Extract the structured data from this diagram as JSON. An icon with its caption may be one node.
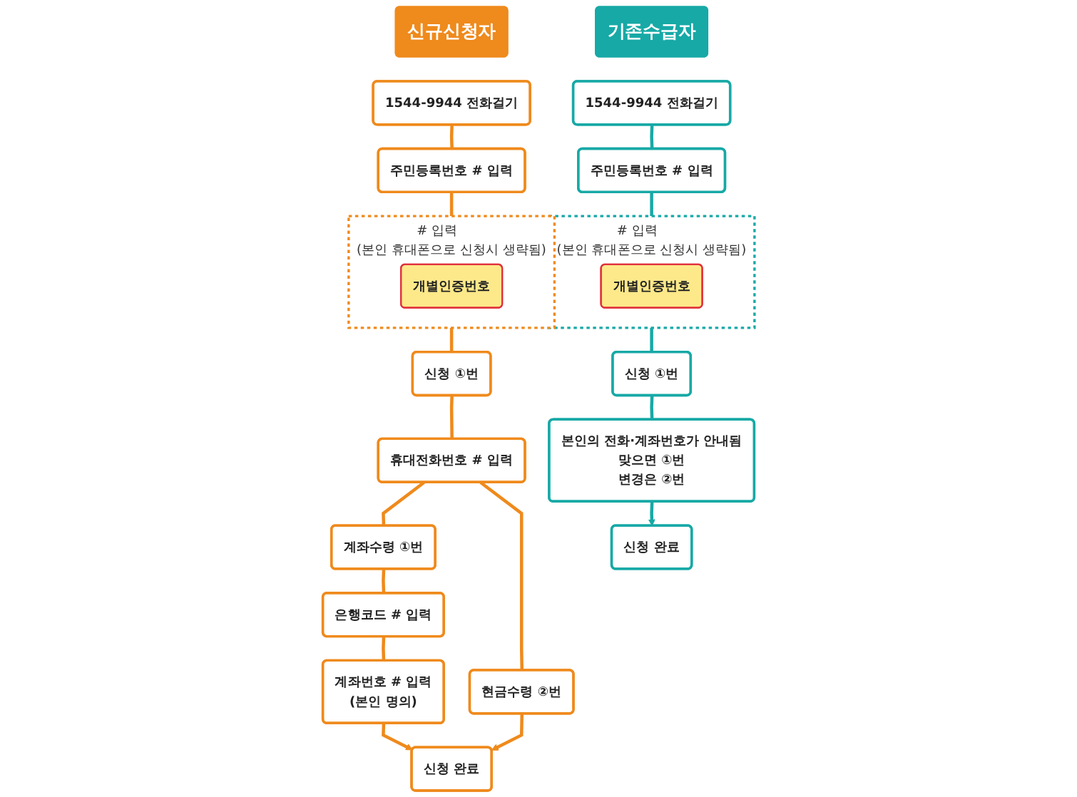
{
  "diagram": {
    "nodes": [
      {
        "text": [
          "신규신청자"
        ]
      },
      {
        "text": [
          "1544-9944 전화걸기"
        ]
      },
      {
        "text": [
          "주민등록번호 # 입력"
        ]
      },
      {
        "text": [
          "# 입력",
          "(본인 휴대폰으로 신청시 생략됨)"
        ]
      },
      {
        "text": [
          "개별인증번호"
        ],
        "in": 3
      },
      {
        "text": [
          "신청 ①번"
        ]
      },
      {
        "text": [
          "휴대전화번호 # 입력"
        ]
      },
      {
        "text": [
          "계좌수령 ①번"
        ]
      },
      {
        "text": [
          "현금수령 ②번"
        ]
      },
      {
        "text": [
          "은행코드 # 입력"
        ]
      },
      {
        "text": [
          "계좌번호 # 입력",
          "(본인 명의)"
        ]
      },
      {
        "text": [
          "신청 완료"
        ]
      },
      {
        "text": [
          "기존수급자"
        ]
      },
      {
        "text": [
          "1544-9944 전화걸기"
        ]
      },
      {
        "text": [
          "주민등록번호 # 입력"
        ]
      },
      {
        "text": [
          "# 입력",
          "(본인 휴대폰으로 신청시 생략됨)"
        ]
      },
      {
        "text": [
          "개별인증번호"
        ],
        "in": 15
      },
      {
        "text": [
          "신청 ①번"
        ]
      },
      {
        "text": [
          "본인의 전화·계좌번호가 안내됨",
          "맞으면 ①번",
          "변경은 ②번"
        ]
      },
      {
        "text": [
          "신청 완료"
        ]
      }
    ],
    "edges": [
      {
        "from": 1,
        "to": 2,
        "arrow": "none"
      },
      {
        "from": 2,
        "to": 3,
        "arrow": "none"
      },
      {
        "from": 3,
        "to": 5,
        "arrow": "none"
      },
      {
        "from": 5,
        "to": 6,
        "arrow": "none"
      },
      {
        "from": 6,
        "to": 7,
        "arrow": "none"
      },
      {
        "from": 6,
        "to": 8,
        "arrow": "none"
      },
      {
        "from": 7,
        "to": 9,
        "arrow": "none"
      },
      {
        "from": 9,
        "to": 10,
        "arrow": "none"
      },
      {
        "from": 10,
        "to": 11,
        "arrow": "to"
      },
      {
        "from": 8,
        "to": 11,
        "arrow": "to"
      },
      {
        "from": 13,
        "to": 14,
        "arrow": "none",
        "color": "#17a9a6"
      },
      {
        "from": 14,
        "to": 15,
        "arrow": "none",
        "color": "#17a9a6"
      },
      {
        "from": 15,
        "to": 17,
        "arrow": "none",
        "color": "#17a9a6"
      },
      {
        "from": 17,
        "to": 18,
        "arrow": "none",
        "color": "#17a9a6"
      },
      {
        "from": 18,
        "to": 19,
        "arrow": "to",
        "color": "#17a9a6"
      }
    ]
  }
}
